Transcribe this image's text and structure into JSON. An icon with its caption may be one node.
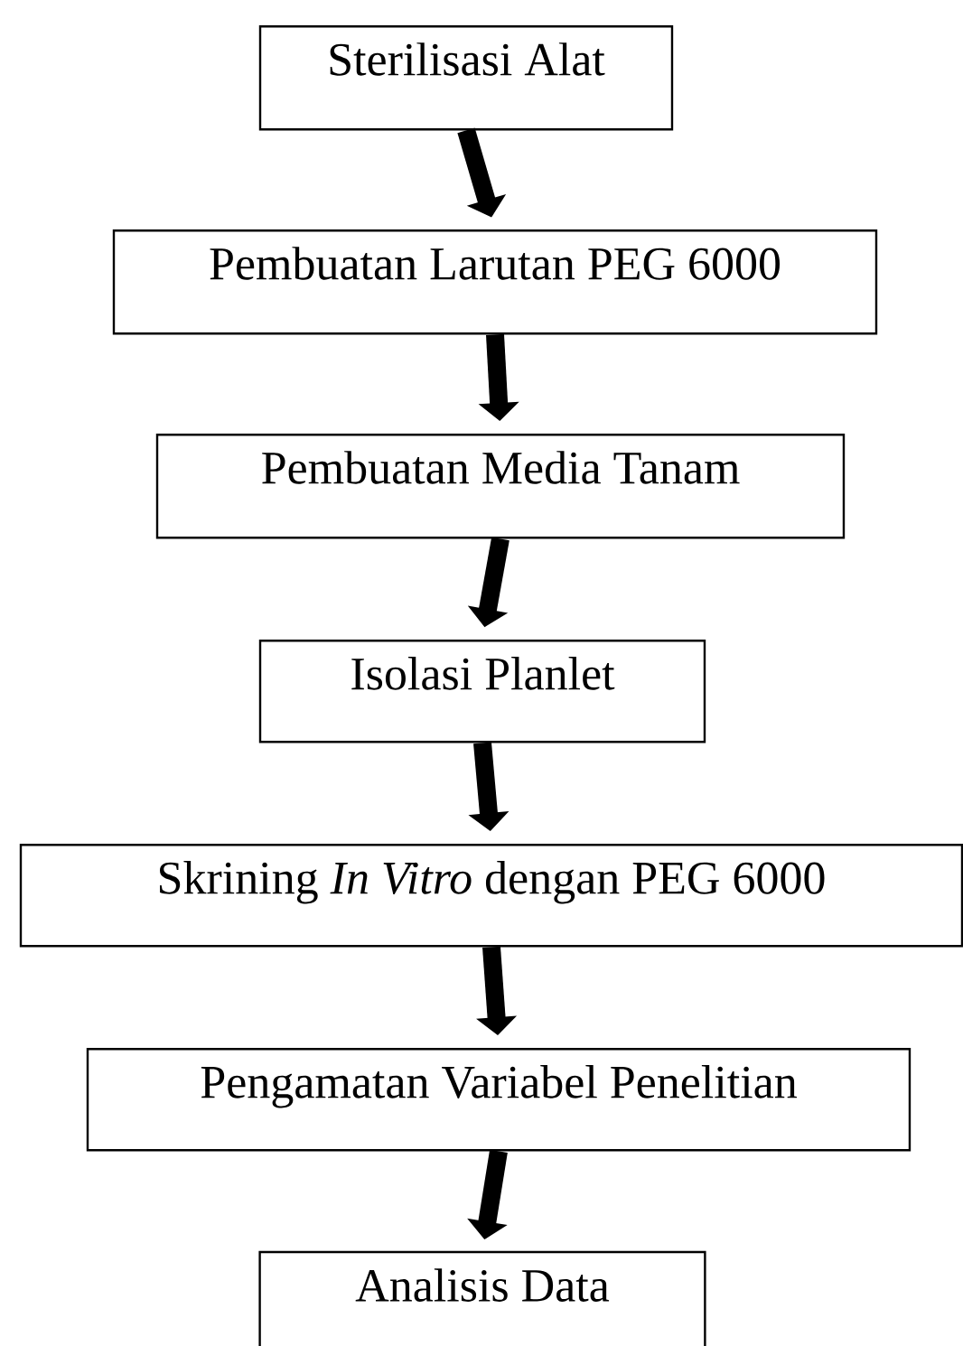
{
  "diagram": {
    "nodes": [
      {
        "text": [
          "Sterilisasi Alat"
        ]
      },
      {
        "text": [
          "Pembuatan Larutan PEG 6000"
        ]
      },
      {
        "text": [
          "Pembuatan Media Tanam"
        ]
      },
      {
        "text": [
          "Isolasi Planlet"
        ]
      },
      {
        "text": [
          "Skrining *In Vitro* dengan PEG 6000"
        ]
      },
      {
        "text": [
          "Pengamatan Variabel Penelitian"
        ]
      },
      {
        "text": [
          "Analisis Data"
        ]
      }
    ],
    "edges": [
      {
        "from": 0,
        "to": 1,
        "arrow": "to"
      },
      {
        "from": 1,
        "to": 2,
        "arrow": "to"
      },
      {
        "from": 2,
        "to": 3,
        "arrow": "to"
      },
      {
        "from": 3,
        "to": 4,
        "arrow": "to"
      },
      {
        "from": 4,
        "to": 5,
        "arrow": "to"
      },
      {
        "from": 5,
        "to": 6,
        "arrow": "to"
      }
    ]
  }
}
